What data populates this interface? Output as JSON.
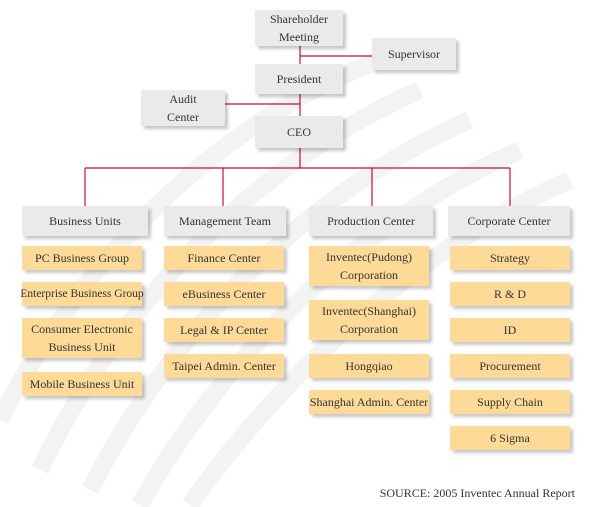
{
  "top": {
    "shareholder": "Shareholder Meeting",
    "supervisor": "Supervisor",
    "president": "President",
    "audit": "Audit Center",
    "ceo": "CEO"
  },
  "divisions": [
    {
      "name": "Business Units",
      "units": [
        "PC Business Group",
        "Enterprise Business Group",
        "Consumer Electronic Business Unit",
        "Mobile Business Unit"
      ]
    },
    {
      "name": "Management Team",
      "units": [
        "Finance Center",
        "eBusiness Center",
        "Legal & IP Center",
        "Taipei Admin. Center"
      ]
    },
    {
      "name": "Production Center",
      "units": [
        "Inventec(Pudong) Corporation",
        "Inventec(Shanghai) Corporation",
        "Hongqiao",
        "Shanghai Admin. Center"
      ]
    },
    {
      "name": "Corporate Center",
      "units": [
        "Strategy",
        "R & D",
        "ID",
        "Procurement",
        "Supply Chain",
        "6 Sigma"
      ]
    }
  ],
  "source": "SOURCE: 2005 Inventec Annual Report",
  "colors": {
    "line": "#c8102e",
    "gray_box": "#eaeaea",
    "yellow_box": "#fdda97"
  }
}
